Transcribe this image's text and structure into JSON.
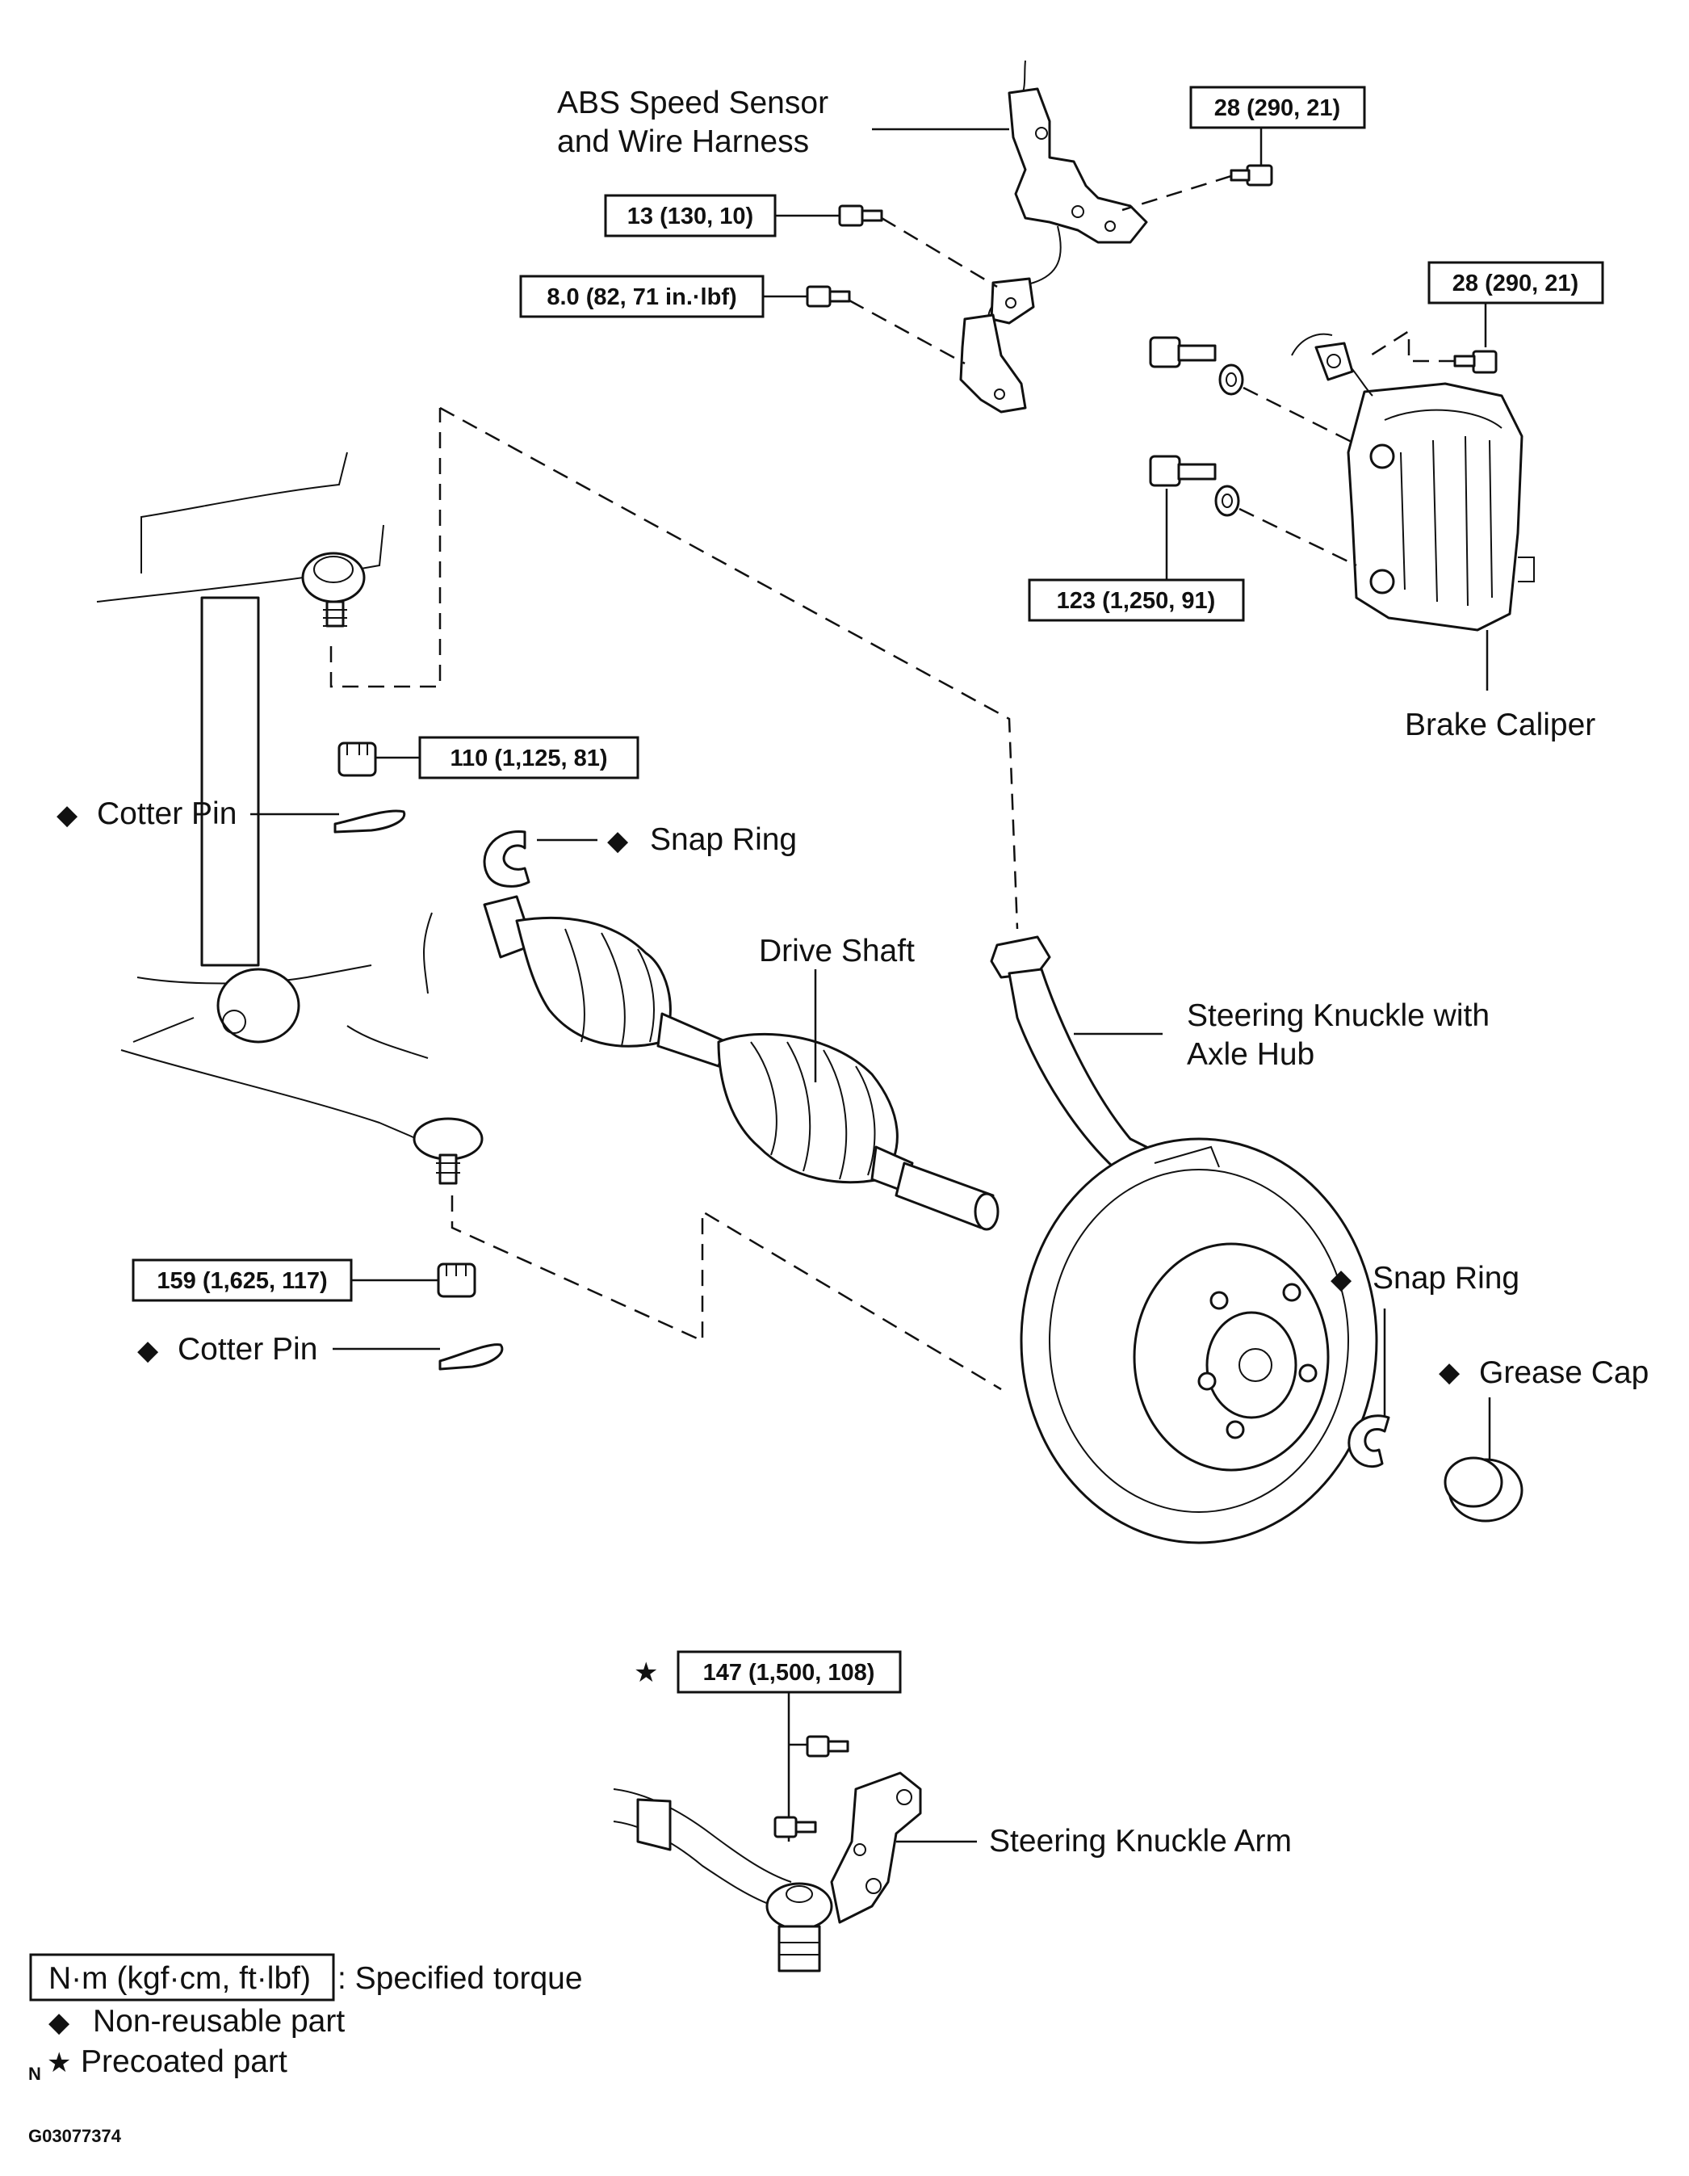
{
  "parts": {
    "abs_sensor": "ABS Speed Sensor",
    "abs_harness": "and Wire Harness",
    "brake_caliper": "Brake Caliper",
    "cotter_pin_upper": "Cotter Pin",
    "cotter_pin_lower": "Cotter Pin",
    "snap_ring_left": "Snap Ring",
    "snap_ring_right": "Snap Ring",
    "drive_shaft": "Drive Shaft",
    "steering_knuckle_line1": "Steering Knuckle with",
    "steering_knuckle_line2": "Axle Hub",
    "grease_cap": "Grease Cap",
    "steering_knuckle_arm": "Steering Knuckle Arm"
  },
  "torques": {
    "abs_bracket_bolt": "28 (290, 21)",
    "abs_harness_bolt": "13 (130, 10)",
    "abs_sensor_bolt": "8.0 (82, 71 in.·lbf)",
    "caliper_hose_bolt": "28 (290, 21)",
    "caliper_mount_bolt": "123 (1,250, 91)",
    "upper_ball_joint_nut": "110 (1,125, 81)",
    "lower_ball_joint_nut": "159 (1,625, 117)",
    "knuckle_arm_bolt": "147 (1,500, 108)"
  },
  "legend": {
    "unit_box": "N·m (kgf·cm, ft·lbf)",
    "unit_desc": ": Specified torque",
    "nonreusable": "Non-reusable part",
    "precoated": "Precoated part",
    "n_mark": "N"
  },
  "symbols": {
    "diamond": "◆",
    "star": "★"
  },
  "figure_code": "G03077374"
}
